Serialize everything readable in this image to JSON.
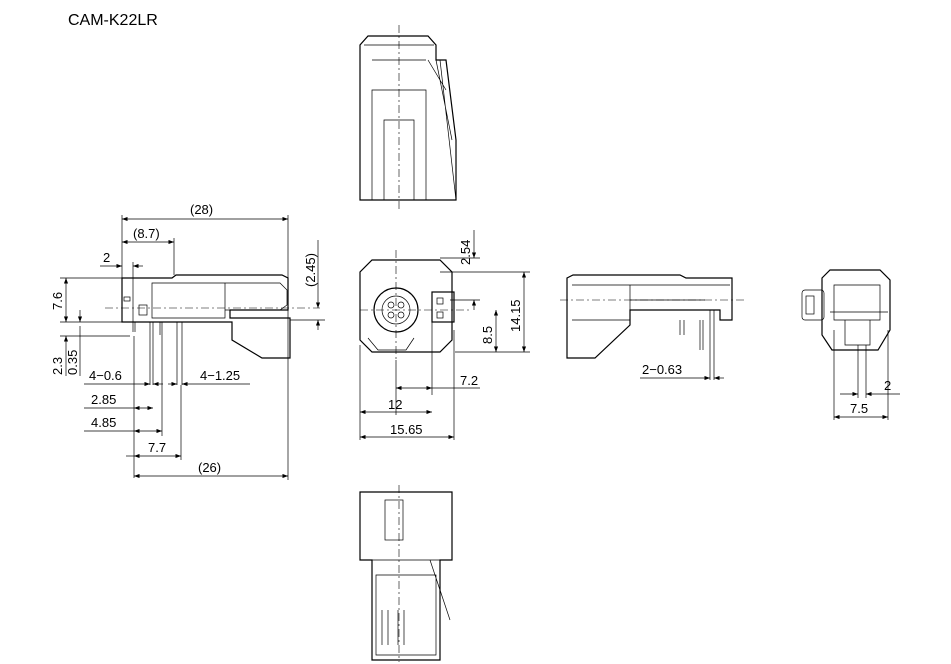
{
  "title": "CAM-K22LR",
  "dimensions": {
    "side_overall": "(28)",
    "side_front_offset": "(8.7)",
    "side_two": "2",
    "side_center_height": "(2.45)",
    "side_height": "7.6",
    "side_pin_length": "2.3",
    "side_standoff": "0.35",
    "pin_small_dia": "4−0.6",
    "pin_large_dia": "4−1.25",
    "pitch_a": "2.85",
    "pitch_b": "4.85",
    "pitch_c": "7.7",
    "side_base_length": "(26)",
    "front_center_to_top": "2.54",
    "front_height": "14.15",
    "front_center_height": "8.5",
    "front_offset": "7.2",
    "front_width_inner": "12",
    "front_width": "15.65",
    "right_pins": "2−0.63",
    "rear_two": "2",
    "rear_width": "7.5"
  }
}
